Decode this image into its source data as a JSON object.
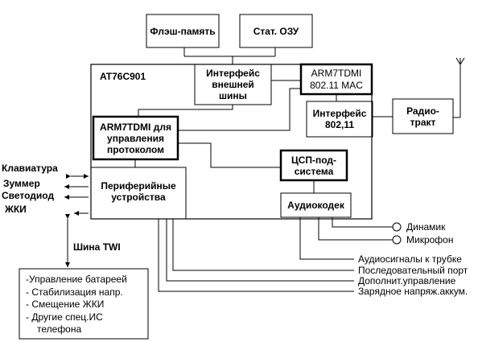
{
  "blocks": {
    "flash": "Флэш-память",
    "sram": "Стат. ОЗУ",
    "chip": "AT76C901",
    "ext_bus": "Интерфейс\nвнешней\nшины",
    "arm_mac_line1": "ARM7TDMI",
    "arm_mac_line2": "802.11 MAC",
    "iface_80211": "Интерфейс\n802,11",
    "radio": "Радио-\nтракт",
    "arm_proto": "ARM7TDMI для\nуправления\nпротоколом",
    "dsp": "ЦСП-под-\nсистема",
    "periph": "Периферийные\nустройства",
    "codec": "Аудиокодек"
  },
  "left_io": [
    "Клавиатура",
    "Зуммер",
    "Светодиод",
    "ЖКИ"
  ],
  "bus_label": "Шина TWI",
  "audio_ports": [
    "Динамик",
    "Микрофон"
  ],
  "right_signals": [
    "Аудиосигналы к трубке",
    "Последовательный порт",
    "Дополнит.управление",
    "Зарядное напряж.аккум."
  ],
  "ext_ic_list": [
    "-Управление батареей",
    "- Стабилизация напр.",
    "- Смещение ЖКИ",
    "- Другие спец.ИС",
    "  телефона"
  ]
}
